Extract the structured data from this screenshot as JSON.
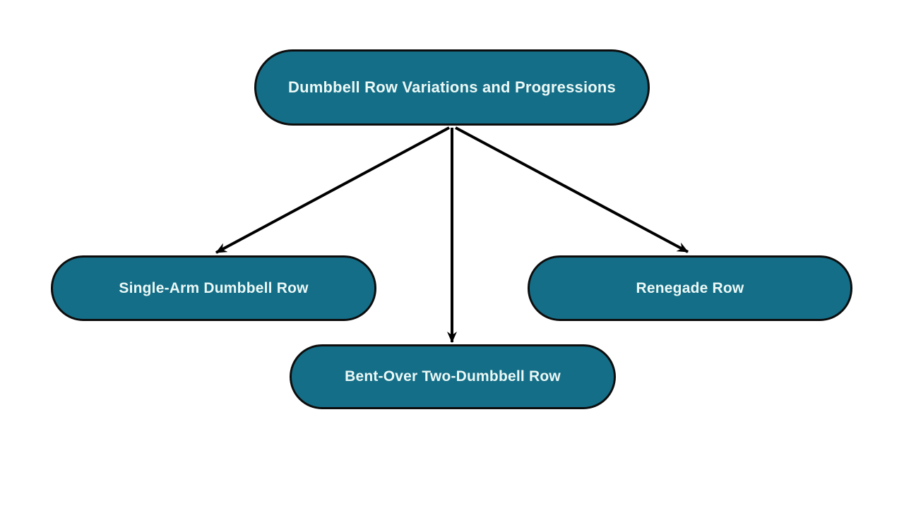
{
  "diagram": {
    "type": "mindmap-tree",
    "background_color": "#ffffff",
    "node_fill_color": "#146e87",
    "node_border_color": "#0d0d0d",
    "node_text_color": "#ebf8f6",
    "arrow_color": "#000000",
    "root": {
      "label": "Dumbbell Row Variations and Progressions"
    },
    "children": [
      {
        "label": "Single-Arm Dumbbell Row"
      },
      {
        "label": "Bent-Over Two-Dumbbell Row"
      },
      {
        "label": "Renegade Row"
      }
    ],
    "edges": [
      {
        "from": "Dumbbell Row Variations and Progressions",
        "to": "Single-Arm Dumbbell Row"
      },
      {
        "from": "Dumbbell Row Variations and Progressions",
        "to": "Bent-Over Two-Dumbbell Row"
      },
      {
        "from": "Dumbbell Row Variations and Progressions",
        "to": "Renegade Row"
      }
    ]
  }
}
